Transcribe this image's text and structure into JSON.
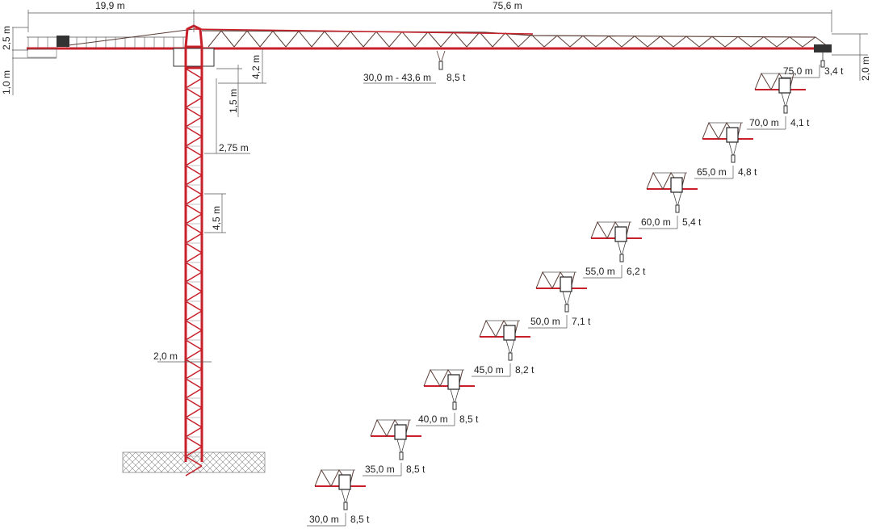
{
  "colors": {
    "structure": "#c8202a",
    "lattice": "#5a3b34",
    "dimension": "#555555",
    "foundation": "#999999"
  },
  "dimensions": {
    "counter_jib_length": "19,9 m",
    "jib_length": "75,6 m",
    "counter_jib_height": "2,5 m",
    "counter_weight_drop": "1,0 m",
    "cab_to_hook": "4,2 m",
    "cab_height": "1,5 m",
    "mast_offset": "2,75 m",
    "mast_section": "4,5 m",
    "mast_width": "2,0 m",
    "jib_tip_height": "2,0 m"
  },
  "main_jib_load": {
    "radius": "30,0 m - 43,6 m",
    "load": "8,5 t"
  },
  "load_chart": [
    {
      "radius": "75,0 m",
      "load": "3,4 t"
    },
    {
      "radius": "70,0 m",
      "load": "4,1 t"
    },
    {
      "radius": "65,0 m",
      "load": "4,8 t"
    },
    {
      "radius": "60,0 m",
      "load": "5,4 t"
    },
    {
      "radius": "55,0 m",
      "load": "6,2 t"
    },
    {
      "radius": "50,0 m",
      "load": "7,1 t"
    },
    {
      "radius": "45,0 m",
      "load": "8,2 t"
    },
    {
      "radius": "40,0 m",
      "load": "8,5 t"
    },
    {
      "radius": "35,0 m",
      "load": "8,5 t"
    },
    {
      "radius": "30,0 m",
      "load": "8,5 t"
    }
  ]
}
